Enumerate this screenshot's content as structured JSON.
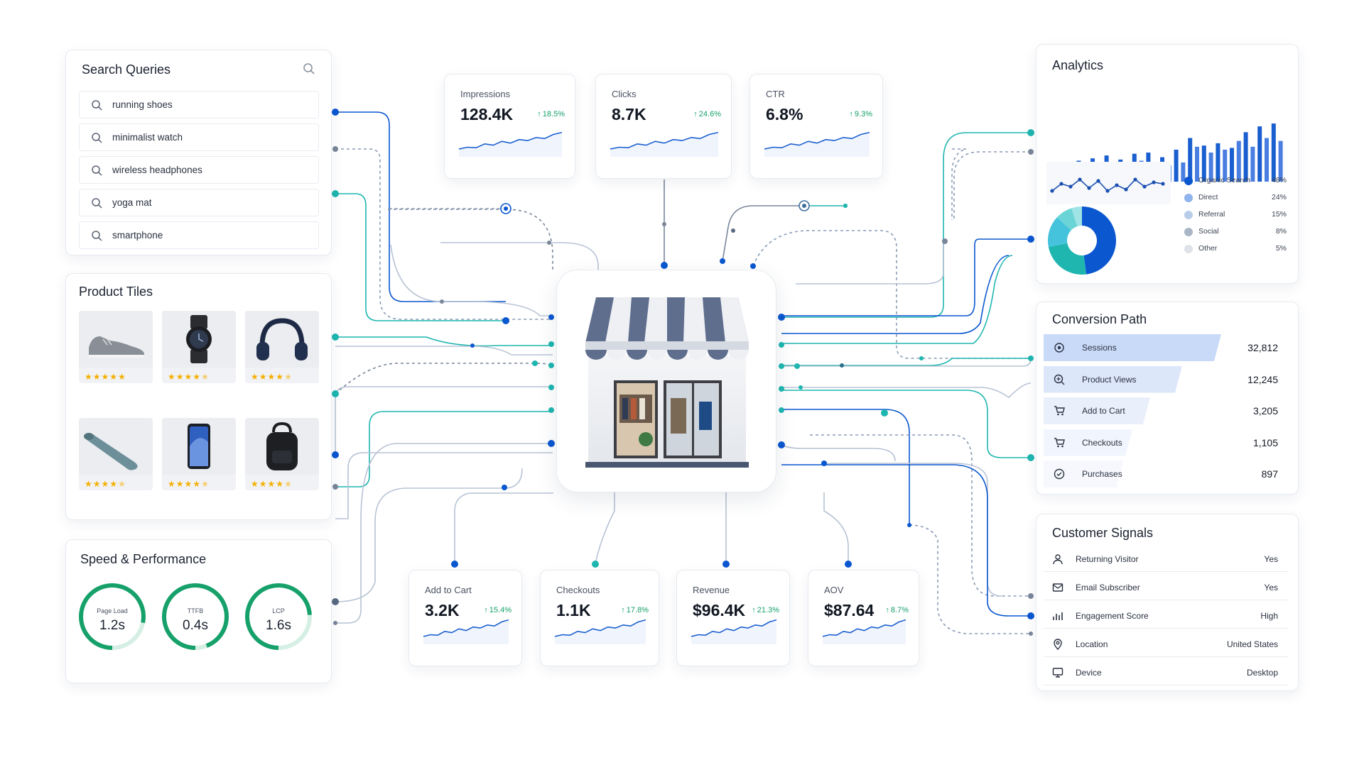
{
  "search_queries": {
    "title": "Search Queries",
    "items": [
      "running shoes",
      "minimalist watch",
      "wireless headphones",
      "yoga mat",
      "smartphone"
    ]
  },
  "product_tiles": {
    "title": "Product Tiles",
    "items": [
      {
        "product": "sneaker",
        "rating": 5
      },
      {
        "product": "smartwatch",
        "rating": 4.5
      },
      {
        "product": "headphones",
        "rating": 4.5
      },
      {
        "product": "yoga-mat",
        "rating": 4.5
      },
      {
        "product": "smartphone",
        "rating": 4.5
      },
      {
        "product": "backpack",
        "rating": 4.5
      }
    ]
  },
  "speed": {
    "title": "Speed & Performance",
    "metrics": [
      {
        "label": "Page Load",
        "value": "1.2s",
        "score": 0.78
      },
      {
        "label": "TTFB",
        "value": "0.4s",
        "score": 0.94
      },
      {
        "label": "LCP",
        "value": "1.6s",
        "score": 0.74
      }
    ]
  },
  "kpis_top": [
    {
      "label": "Impressions",
      "value": "128.4K",
      "change": "18.5%"
    },
    {
      "label": "Clicks",
      "value": "8.7K",
      "change": "24.6%"
    },
    {
      "label": "CTR",
      "value": "6.8%",
      "change": "9.3%"
    }
  ],
  "kpis_bottom": [
    {
      "label": "Add to Cart",
      "value": "3.2K",
      "change": "15.4%"
    },
    {
      "label": "Checkouts",
      "value": "1.1K",
      "change": "17.8%"
    },
    {
      "label": "Revenue",
      "value": "$96.4K",
      "change": "21.3%"
    },
    {
      "label": "AOV",
      "value": "$87.64",
      "change": "8.7%"
    }
  ],
  "analytics": {
    "title": "Analytics",
    "legend": [
      {
        "name": "Organic Search",
        "pct": "48%",
        "value": 48,
        "color": "#0b57d0"
      },
      {
        "name": "Direct",
        "pct": "24%",
        "value": 24,
        "color": "#8fb4ee"
      },
      {
        "name": "Referral",
        "pct": "15%",
        "value": 15,
        "color": "#b9cdea"
      },
      {
        "name": "Social",
        "pct": "8%",
        "value": 8,
        "color": "#a9b6c8"
      },
      {
        "name": "Other",
        "pct": "5%",
        "value": 5,
        "color": "#dfe3e9"
      }
    ]
  },
  "conversion": {
    "title": "Conversion Path",
    "steps": [
      {
        "label": "Sessions",
        "value": "32,812",
        "icon": "eye-icon",
        "fraction": 1.0
      },
      {
        "label": "Product Views",
        "value": "12,245",
        "icon": "product-view-icon",
        "fraction": 0.78
      },
      {
        "label": "Add to Cart",
        "value": "3,205",
        "icon": "cart-icon",
        "fraction": 0.6
      },
      {
        "label": "Checkouts",
        "value": "1,105",
        "icon": "cart-icon",
        "fraction": 0.5
      },
      {
        "label": "Purchases",
        "value": "897",
        "icon": "check-circle-icon",
        "fraction": 0.45
      }
    ]
  },
  "signals": {
    "title": "Customer Signals",
    "rows": [
      {
        "label": "Returning Visitor",
        "value": "Yes",
        "icon": "user-icon"
      },
      {
        "label": "Email Subscriber",
        "value": "Yes",
        "icon": "mail-icon"
      },
      {
        "label": "Engagement Score",
        "value": "High",
        "icon": "bar-chart-icon"
      },
      {
        "label": "Location",
        "value": "United States",
        "icon": "location-pin-icon"
      },
      {
        "label": "Device",
        "value": "Desktop",
        "icon": "monitor-icon"
      }
    ]
  },
  "colors": {
    "blue": "#0b57d0",
    "teal": "#1fb6b0",
    "green": "#16a06a",
    "gray": "#7a8699",
    "star": "#f4b000"
  }
}
